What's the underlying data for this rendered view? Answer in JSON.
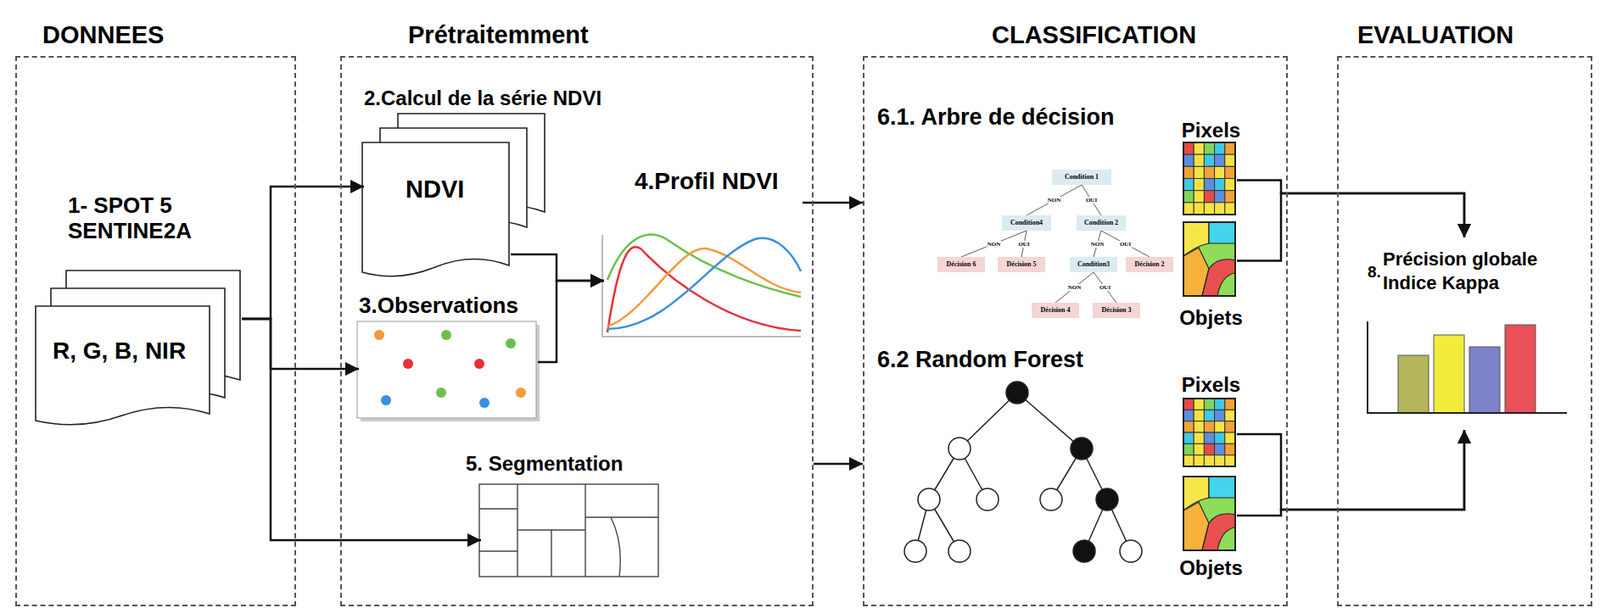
{
  "diagram": {
    "nodes": [
      {
        "text": [
          "DONNEES"
        ]
      },
      {
        "text": [
          "1- SPOT 5 SENTINE2A",
          "R, G, B, NIR"
        ],
        "in": 0
      },
      {
        "text": [
          "Prétraitemment"
        ]
      },
      {
        "text": [
          "2.Calcul de la série NDVI",
          "NDVI"
        ],
        "in": 2
      },
      {
        "text": [
          "3.Observations"
        ],
        "in": 2
      },
      {
        "text": [
          "4.Profil NDVI"
        ],
        "in": 2
      },
      {
        "text": [
          "5. Segmentation"
        ],
        "in": 2
      },
      {
        "text": [
          "CLASSIFICATION"
        ]
      },
      {
        "text": [
          "6.1. Arbre de décision"
        ],
        "in": 7
      },
      {
        "text": [
          "Condition 1"
        ],
        "in": 8
      },
      {
        "text": [
          "Condition4"
        ],
        "in": 8
      },
      {
        "text": [
          "Condition 2"
        ],
        "in": 8
      },
      {
        "text": [
          "Décision 6"
        ],
        "in": 8
      },
      {
        "text": [
          "Décision 5"
        ],
        "in": 8
      },
      {
        "text": [
          "Condition3"
        ],
        "in": 8
      },
      {
        "text": [
          "Décision 2"
        ],
        "in": 8
      },
      {
        "text": [
          "Décision 4"
        ],
        "in": 8
      },
      {
        "text": [
          "Décision 3"
        ],
        "in": 8
      },
      {
        "text": [
          "Pixels"
        ],
        "in": 7
      },
      {
        "text": [
          "Objets"
        ],
        "in": 7
      },
      {
        "text": [
          "6.2 Random Forest"
        ],
        "in": 7
      },
      {
        "text": [
          "Pixels"
        ],
        "in": 7
      },
      {
        "text": [
          "Objets"
        ],
        "in": 7
      },
      {
        "text": [
          "EVALUATION"
        ]
      },
      {
        "text": [
          "8.",
          "Précision globale Indice Kappa"
        ],
        "in": 23
      }
    ],
    "edges": [
      {
        "from": 1,
        "to": 3,
        "arrow": "to"
      },
      {
        "from": 1,
        "to": 4,
        "arrow": "to"
      },
      {
        "from": 1,
        "to": 6,
        "arrow": "to"
      },
      {
        "from": 3,
        "to": 5,
        "arrow": "to"
      },
      {
        "from": 4,
        "to": 5,
        "arrow": "to"
      },
      {
        "from": 5,
        "to": 7,
        "arrow": "to"
      },
      {
        "from": 2,
        "to": 7,
        "arrow": "to"
      },
      {
        "from": 9,
        "to": 10,
        "label": "NON",
        "arrow": "none"
      },
      {
        "from": 9,
        "to": 11,
        "label": "OUI",
        "arrow": "none"
      },
      {
        "from": 10,
        "to": 12,
        "label": "NON",
        "arrow": "none"
      },
      {
        "from": 10,
        "to": 13,
        "label": "OUI",
        "arrow": "none"
      },
      {
        "from": 11,
        "to": 14,
        "label": "NON",
        "arrow": "none"
      },
      {
        "from": 11,
        "to": 15,
        "label": "OUI",
        "arrow": "none"
      },
      {
        "from": 14,
        "to": 16,
        "label": "NON",
        "arrow": "none"
      },
      {
        "from": 14,
        "to": 17,
        "label": "OUI",
        "arrow": "none"
      },
      {
        "from": 18,
        "to": 24,
        "arrow": "to"
      },
      {
        "from": 19,
        "to": 24,
        "arrow": "to"
      },
      {
        "from": 21,
        "to": 24,
        "arrow": "to"
      },
      {
        "from": 22,
        "to": 24,
        "arrow": "to"
      }
    ]
  }
}
